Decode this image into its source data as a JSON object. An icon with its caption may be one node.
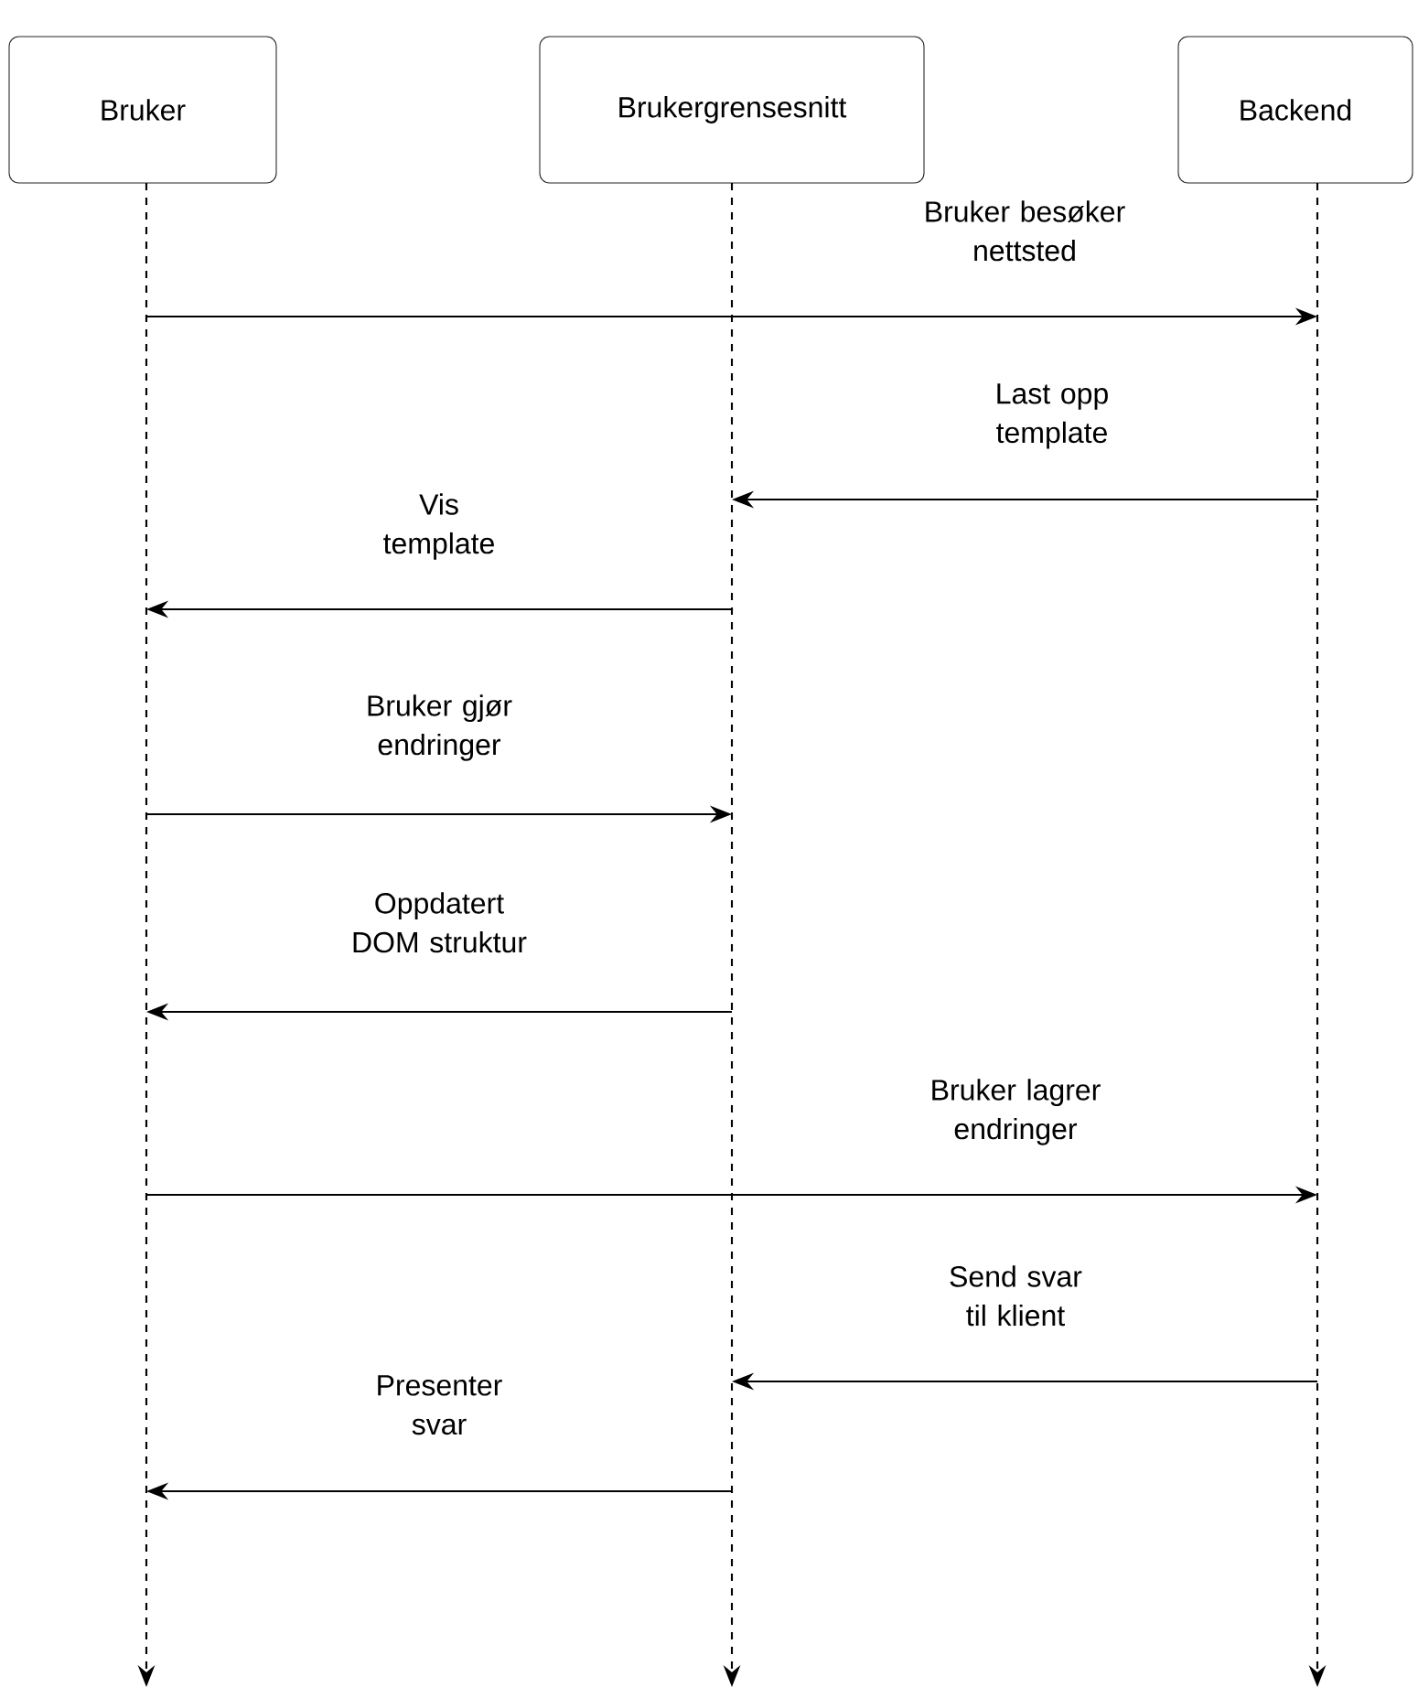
{
  "diagram": {
    "nodes": [
      {
        "text": [
          "Bruker"
        ]
      },
      {
        "text": [
          "Brukergrensesnitt"
        ]
      },
      {
        "text": [
          "Backend"
        ]
      },
      {
        "text": [],
        "shape": "line"
      },
      {
        "text": [],
        "shape": "line"
      },
      {
        "text": [],
        "shape": "line"
      }
    ],
    "edges": [
      {
        "from": 3,
        "to": 5,
        "arrow": "to",
        "label": "Bruker besøker nettsted"
      },
      {
        "from": 5,
        "to": 4,
        "arrow": "to",
        "label": "Last opp template"
      },
      {
        "from": 4,
        "to": 3,
        "arrow": "to",
        "label": "Vis template"
      },
      {
        "from": 3,
        "to": 4,
        "arrow": "to",
        "label": "Bruker gjør endringer"
      },
      {
        "from": 4,
        "to": 3,
        "arrow": "to",
        "label": "Oppdatert DOM struktur"
      },
      {
        "from": 3,
        "to": 5,
        "arrow": "to",
        "label": "Bruker lagrer endringer"
      },
      {
        "from": 5,
        "to": 4,
        "arrow": "to",
        "label": "Send svar til klient"
      },
      {
        "from": 4,
        "to": 3,
        "arrow": "to",
        "label": "Presenter svar"
      }
    ]
  }
}
